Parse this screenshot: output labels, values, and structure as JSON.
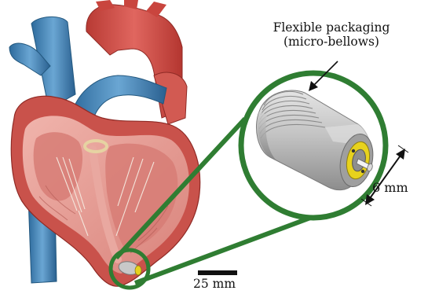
{
  "annotations": {
    "packaging_line1": "Flexible packaging",
    "packaging_line2": "(micro-bellows)",
    "diameter": "6 mm",
    "scale_bar": "25 mm"
  },
  "colors": {
    "zoom_green": "#2f7d32",
    "aorta_red": "#cf4b45",
    "vein_blue": "#3e7fb5",
    "myocardium": "#e89a93",
    "device_gray": "#b9b9b9",
    "device_yellow": "#e7d21d"
  }
}
